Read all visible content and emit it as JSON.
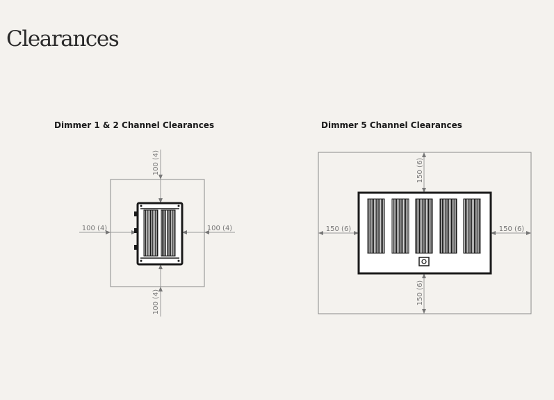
{
  "page": {
    "title": "Clearances"
  },
  "diagrams": [
    {
      "title": "Dimmer 1 & 2 Channel Clearances",
      "dimensions": {
        "top": "100 (4)",
        "bottom": "100 (4)",
        "left": "100 (4)",
        "right": "100 (4)"
      }
    },
    {
      "title": "Dimmer 5 Channel Clearances",
      "dimensions": {
        "top": "150 (6)",
        "bottom": "150 (6)",
        "left": "150 (6)",
        "right": "150 (6)"
      }
    }
  ]
}
